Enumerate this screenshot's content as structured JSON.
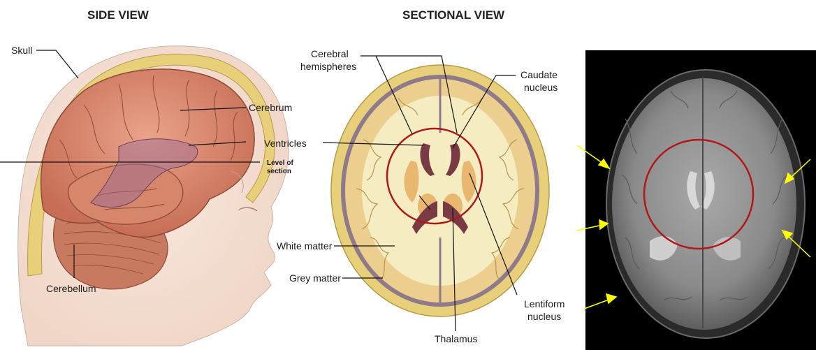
{
  "titles": {
    "side": "SIDE VIEW",
    "sectional": "SECTIONAL VIEW"
  },
  "side_labels": {
    "skull": "Skull",
    "cerebrum": "Cerebrum",
    "ventricles": "Ventricles",
    "level_1": "Level of",
    "level_2": "section",
    "cerebellum": "Cerebellum"
  },
  "section_labels": {
    "cerebral_1": "Cerebral",
    "cerebral_2": "hemispheres",
    "caudate_1": "Caudate",
    "caudate_2": "nucleus",
    "white_matter": "White matter",
    "grey_matter": "Grey matter",
    "lentiform_1": "Lentiform",
    "lentiform_2": "nucleus",
    "thalamus": "Thalamus"
  },
  "colors": {
    "highlight_circle": "#b01818",
    "arrow": "#ffff00",
    "brain_tissue": "#d98a70",
    "skull_bone": "#e8cf7a",
    "white_matter": "#f6ecc2",
    "grey_matter": "#eccf8e",
    "ventricle": "#7a3a44",
    "mri_background": "#000000"
  }
}
